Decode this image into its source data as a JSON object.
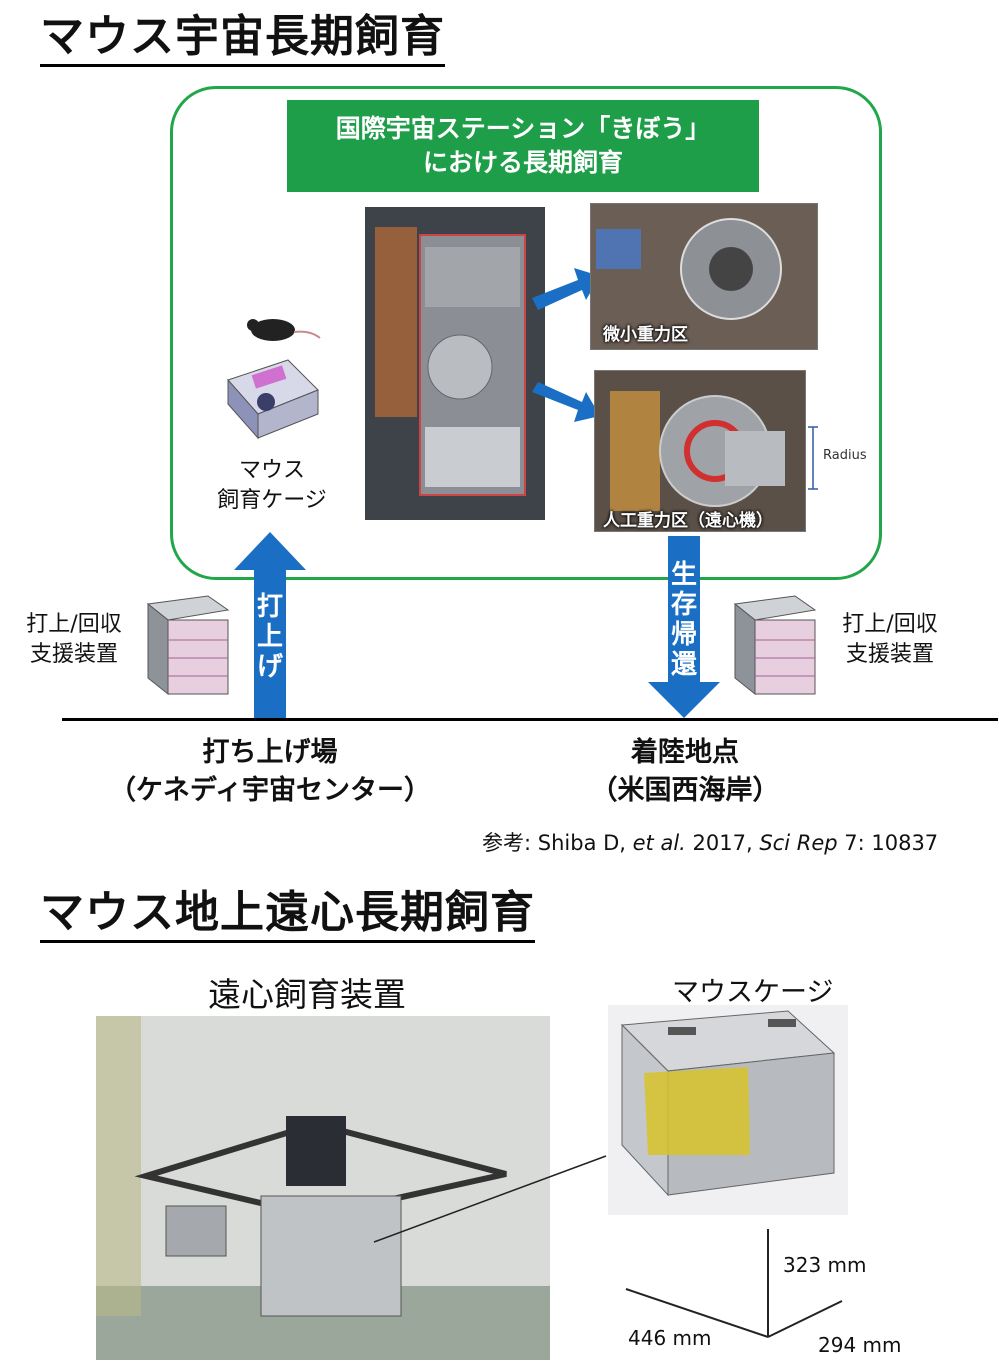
{
  "space_section": {
    "title": "マウス宇宙長期飼育",
    "header_box": [
      "国際宇宙ステーション「きぼう」",
      "における長期飼育"
    ],
    "microgravity_label": "微小重力区",
    "artificial_gravity_label": "人工重力区（遠心機）",
    "radius_label": "Radius",
    "cage_label": [
      "マウス",
      "飼育ケージ"
    ],
    "launch_arrow": [
      "打",
      "上",
      "げ"
    ],
    "return_arrow": [
      "生",
      "存",
      "帰",
      "還"
    ],
    "support_left": [
      "打上/回収",
      "支援装置"
    ],
    "support_right": [
      "打上/回収",
      "支援装置"
    ],
    "launch_site": [
      "打ち上げ場",
      "（ケネディ宇宙センター）"
    ],
    "landing_site": [
      "着陸地点",
      "（米国西海岸）"
    ],
    "reference": {
      "prefix": "参考: ",
      "authors": "Shiba D, ",
      "etal": "et al.",
      "year": " 2017, ",
      "journal": "Sci Rep",
      "rest": " 7: 10837"
    },
    "colors": {
      "green": "#1f9e49",
      "arrow_blue": "#1a6fc4"
    }
  },
  "ground_section": {
    "title": "マウス地上遠心長期飼育",
    "device_label": "遠心飼育装置",
    "cage_label": "マウスケージ",
    "dimensions": {
      "height": "323 mm",
      "length": "446 mm",
      "width": "294 mm"
    }
  }
}
